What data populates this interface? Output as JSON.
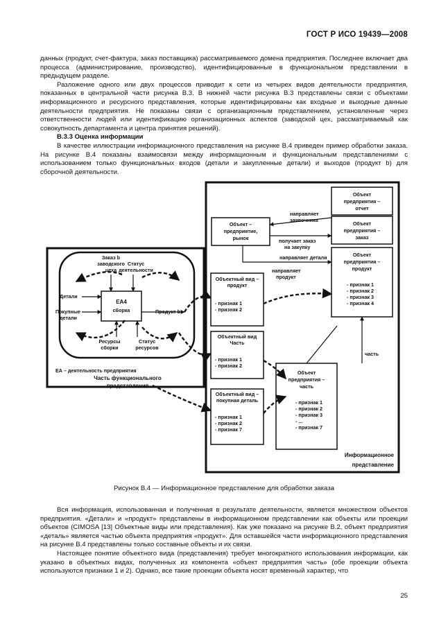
{
  "header": {
    "standard": "ГОСТ Р ИСО 19439—2008"
  },
  "text_top": {
    "p1": "данных (продукт, счет-фактура, заказ поставщика) рассматриваемого домена предприятия. Последнее включает два процесса (администрирование, производство), идентифицированные в функциональном представлении в предыдущем разделе.",
    "p2": "Разложение одного или двух процессов приводит к сети из четырех видов деятельности предприятия, показанных в центральной части рисунка В.3. В нижней части рисунка В.3 представлены связи с объектами информационного и ресурсного представления, которые идентифицированы как входные и выходные данные деятельности предприятия. Не показаны связи с организационным представлением, установленные через ответственности людей или идентификацию организационных аспектов (заводской цех, рассматриваемый как совокупность департамента и центра принятия решений).",
    "heading": "В.3.3 Оценка информации",
    "p3": "В качестве иллюстрации информационного представления на рисунке В.4 приведен пример обработки заказа. На рисунке В.4 показаны взаимосвязи между информационным и функциональным представлениями с использованием только функциональных входов (детали и закупленные детали) и выходов (продукт b) для сборочной деятельности."
  },
  "figure": {
    "functional_view": {
      "activity_line1": "ЕА4",
      "activity_line2": "сборка",
      "input_order_l1": "Заказ b",
      "input_order_l2": "заводского",
      "input_order_l3": "цеха",
      "input_status_l1": "Статус",
      "input_status_l2": "деятельности",
      "input_details": "Детали",
      "input_bought_l1": "Покупные",
      "input_bought_l2": "детали",
      "output_product": "Продукт b",
      "mech_resources_l1": "Ресурсы",
      "mech_resources_l2": "сборки",
      "mech_status_l1": "Статус",
      "mech_status_l2": "ресурсов",
      "ea_label": "ЕА – деятельность предприятия",
      "part_label_l1": "Часть функционального",
      "part_label_l2": "представления"
    },
    "information_view": {
      "title_l1": "Информационное",
      "title_l2": "представление",
      "market_l1": "Объект –",
      "market_l2": "предприятие,",
      "market_l3": "рынок",
      "report_l1": "Объект",
      "report_l2": "предприятия –",
      "report_l3": "отчет",
      "order_obj_l1": "Объект",
      "order_obj_l2": "предприятия –",
      "order_obj_l3": "заказ",
      "product_obj_l1": "Объект",
      "product_obj_l2": "предприятия –",
      "product_obj_l3": "продукт",
      "product_attrs": [
        "- признак 1",
        "- признак 2",
        "- признак 3",
        "- признак 4"
      ],
      "part_obj_l1": "Объект",
      "part_obj_l2": "предприятия –",
      "part_obj_l3": "часть",
      "part_attrs": [
        "- признак 1",
        "- признак 2",
        "- признак 3",
        "- ...",
        "- признак 7"
      ],
      "ov_product_l1": "Объектный вид –",
      "ov_product_l2": "продукт",
      "ov_product_attrs": [
        "- признак 1",
        "- признак 2"
      ],
      "ov_part_l1": "Объектный вид",
      "ov_part_l2": "Часть",
      "ov_part_attrs": [
        "- признак 1",
        "- признак 2"
      ],
      "ov_bought_l1": "Объектный вид –",
      "ov_bought_l2": "покупная деталь",
      "ov_bought_attrs": [
        "- признак 1",
        "- признак 2",
        "- признак 7"
      ],
      "rel_sends_order_l1": "направляет",
      "rel_sends_order_l2": "заявочника",
      "rel_gets_order_l1": "получает заказ",
      "rel_gets_order_l2": "на закупку",
      "rel_sends_details": "направляет детали",
      "rel_sends_product_l1": "направляет",
      "rel_sends_product_l2": "продукт",
      "rel_part": "часть"
    }
  },
  "caption": "Рисунок В.4 — Информационное представление для обработки заказа",
  "text_bottom": {
    "p1": "Вся информация, использованная и полученная в результате деятельности, является множеством объектов предприятия. «Детали» и «продукт» представлены в информационном представлении как объекты или проекции объектов (CIMOSA [13] Объектные виды или представления). Как уже показано на рисунке В.2, объект предприятия «деталь» является частью объекта предприятия «продукт». Для оставшейся части информационного представления на рисунке В.4 представлены только составные объекты и их связи.",
    "p2": "Настоящее понятие объектного вида (представления) требует многократного использования информации, как указано в объектных видах, полученных из компонента «объект предприятия часть» (обе проекции объекта используются признаки 1 и 2). Однако, все такие проекции объекта носят временный характер, что"
  },
  "page_number": "25"
}
